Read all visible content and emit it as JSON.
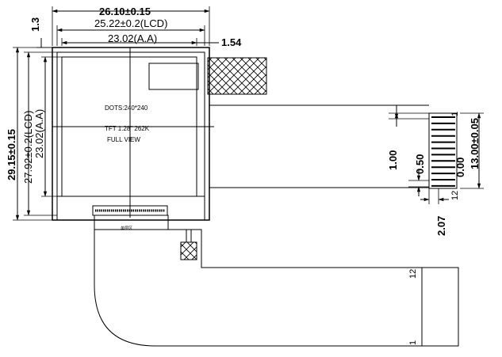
{
  "dimensions": {
    "outline_width": "26.10±0.15",
    "lcd_width": "25.22±0.2(LCD)",
    "aa_width": "23.02(A.A)",
    "right_offset": "1.54",
    "top_offset": "1.3",
    "outline_height": "29.15±0.15",
    "lcd_height": "27.92±0.2(LCD)",
    "aa_height": "23.02(A.A)",
    "pitch": "1.00",
    "pad_width": "0.50",
    "pad_gap": "2.07",
    "fpc_width": "13.00±0.05",
    "zero": "0.00"
  },
  "labels": {
    "dots": "DOTS:240*240",
    "tft": "TFT 1.28\" 262K",
    "view": "FULL VIEW",
    "stiffener": "单层区"
  },
  "pins": {
    "first": "1",
    "last": "12"
  }
}
